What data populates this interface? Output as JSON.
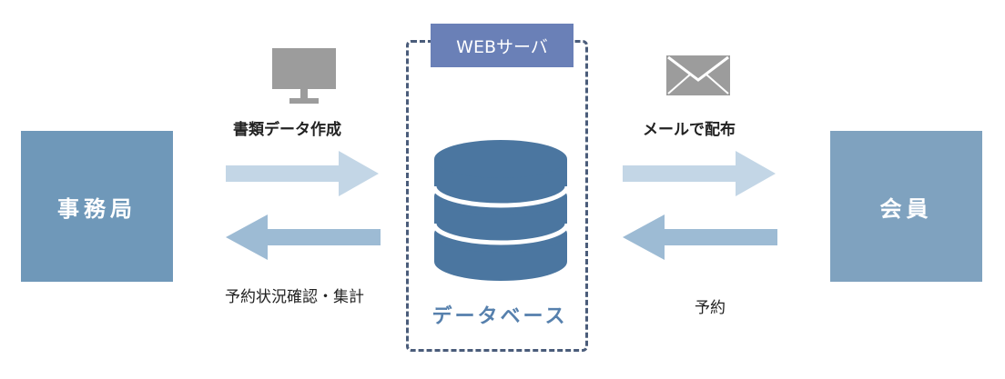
{
  "nodes": {
    "office": "事務局",
    "member": "会員",
    "server": "WEBサーバ",
    "database": "データベース"
  },
  "edges": {
    "create_docs": "書類データ作成",
    "reservation_check": "予約状況確認・集計",
    "mail_distribution": "メールで配布",
    "reservation": "予約"
  },
  "icons": {
    "monitor": "monitor-icon",
    "mail": "envelope-icon",
    "database": "database-icon"
  },
  "colors": {
    "office_box": "#6f98b9",
    "member_box": "#7fa2bf",
    "server_tab": "#6a80b7",
    "frame_border": "#4a5c7a",
    "database_fill": "#4b76a0",
    "arrow_right": "#c3d6e6",
    "arrow_left": "#9dbbd4",
    "icon_gray": "#9c9c9c"
  }
}
